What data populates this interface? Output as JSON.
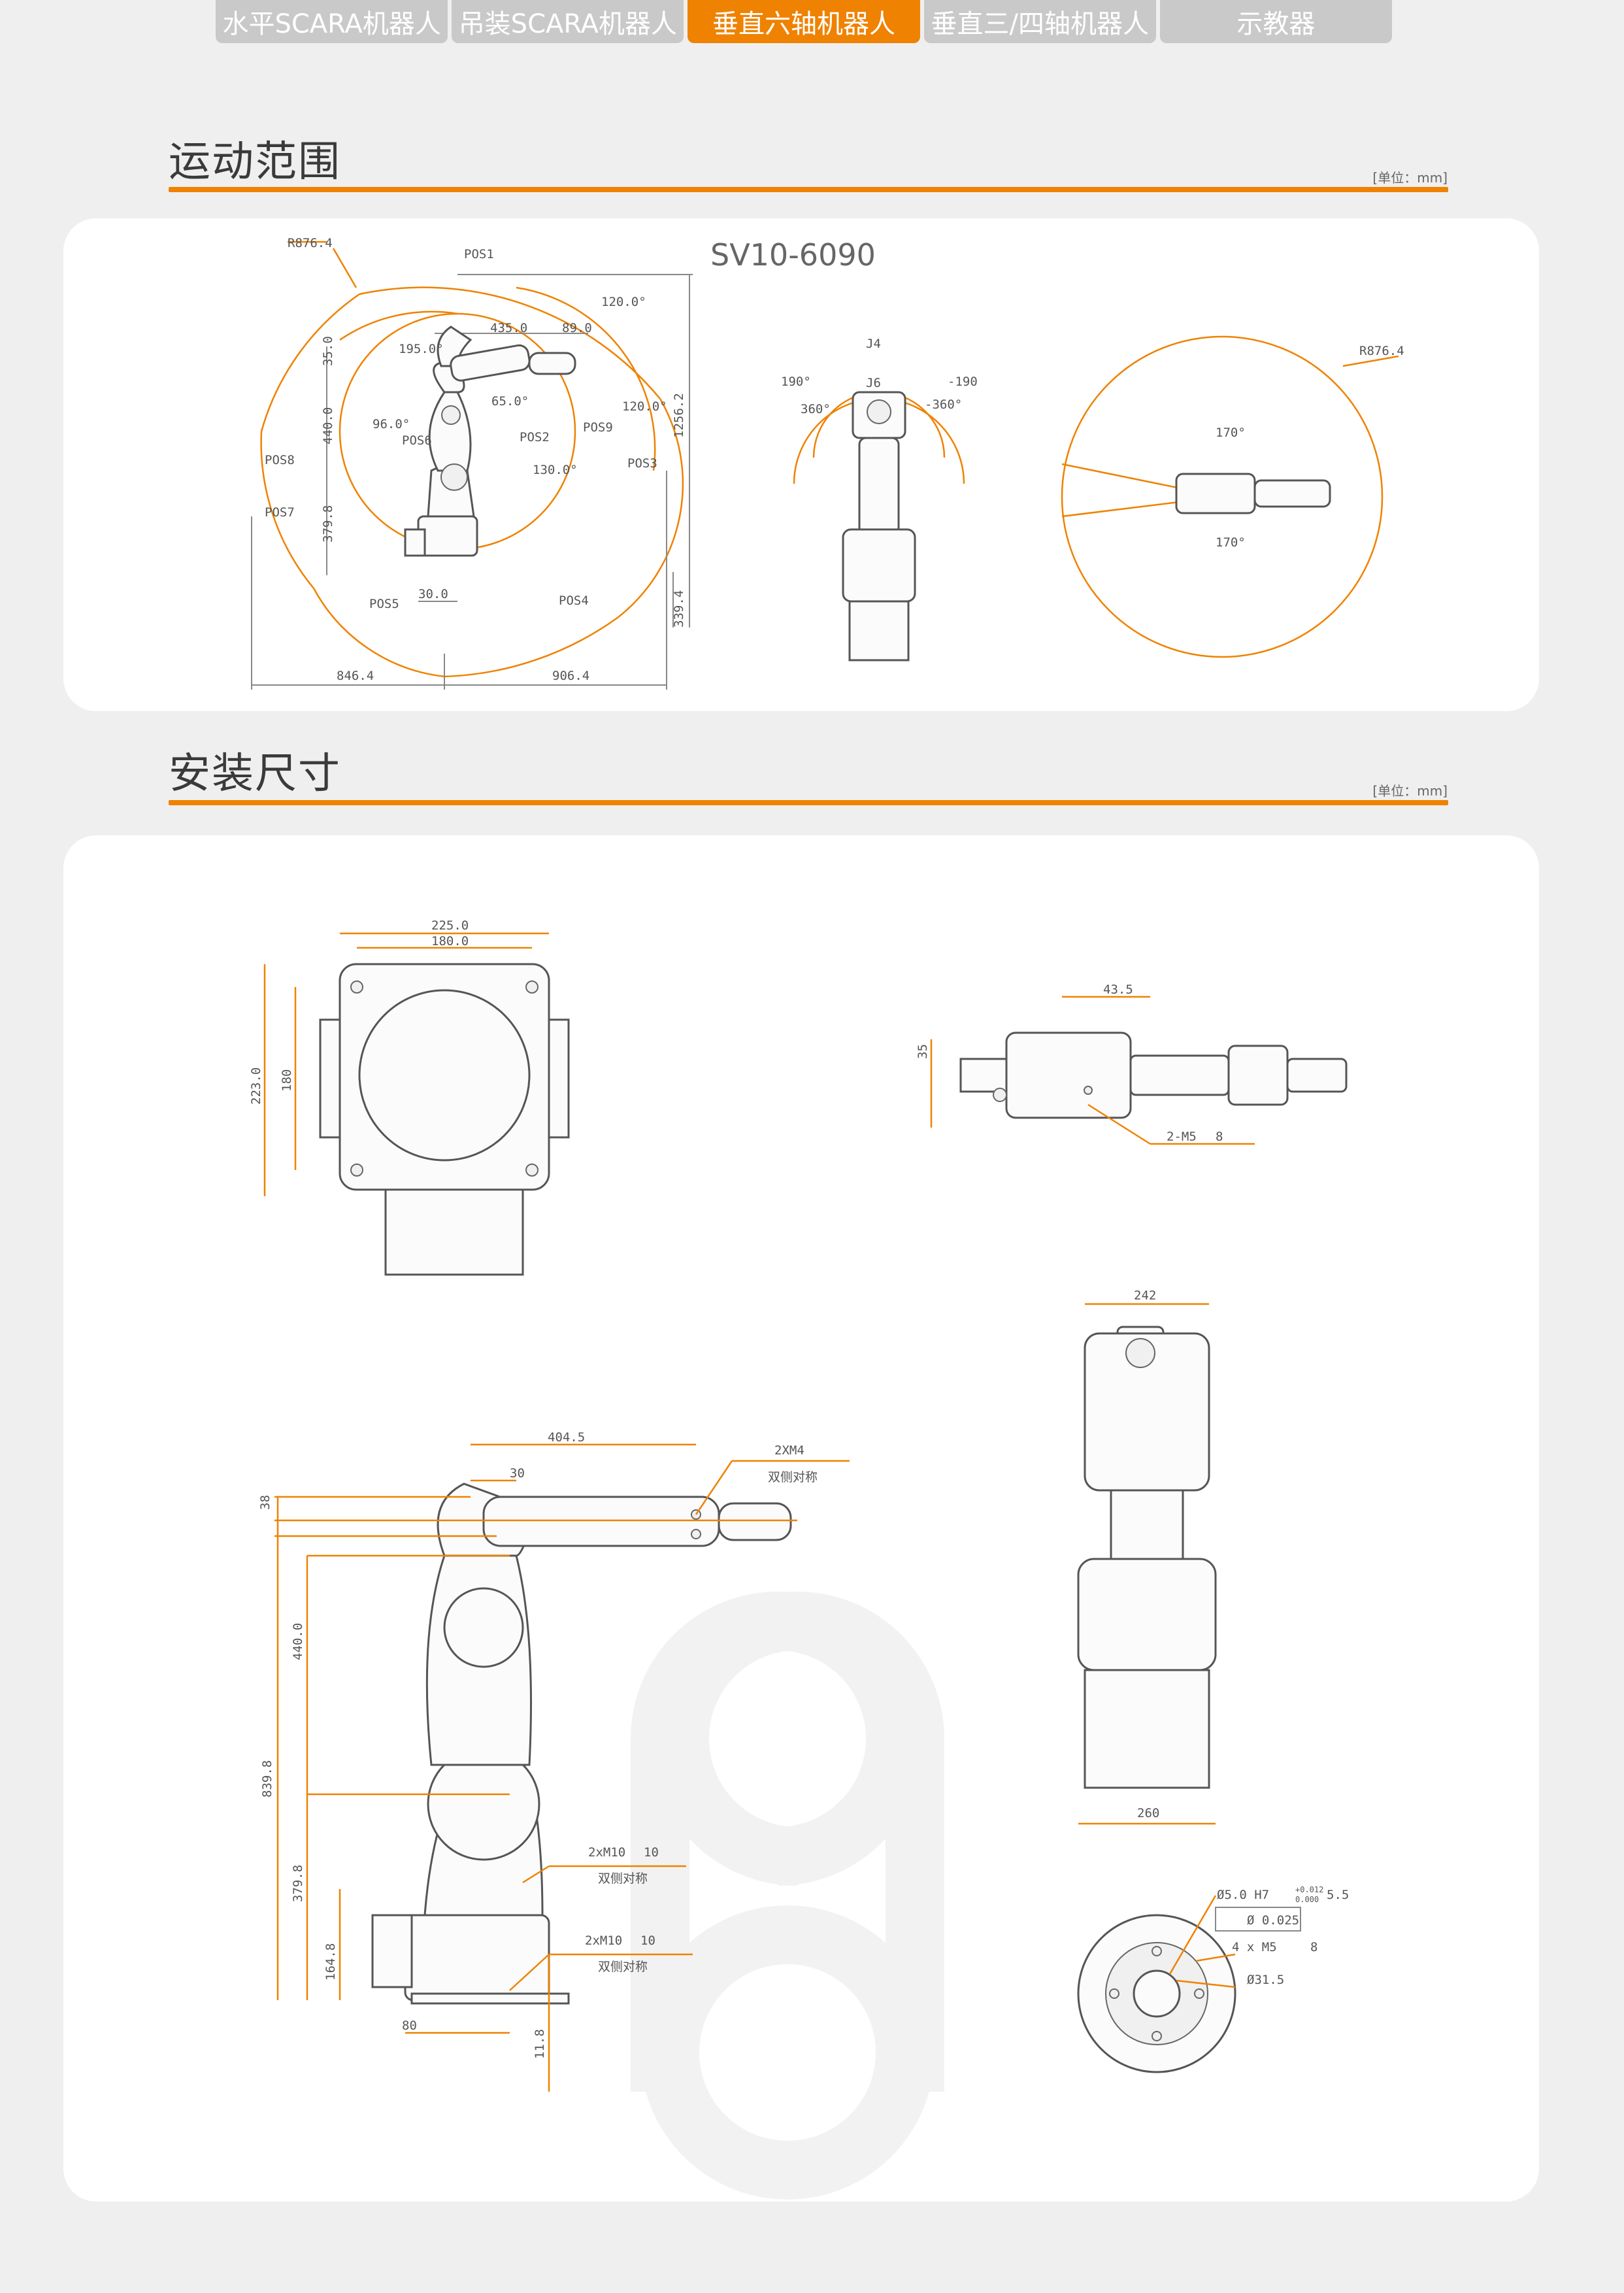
{
  "tabs": [
    {
      "label": "水平SCARA机器人",
      "active": false
    },
    {
      "label": "吊装SCARA机器人",
      "active": false
    },
    {
      "label": "垂直六轴机器人",
      "active": true
    },
    {
      "label": "垂直三/四轴机器人",
      "active": false
    },
    {
      "label": "示教器",
      "active": false
    }
  ],
  "section1": {
    "title": "运动范围",
    "unit": "[单位：mm]"
  },
  "section2": {
    "title": "安装尺寸",
    "unit": "[单位：mm]"
  },
  "motion": {
    "model": "SV10-6090",
    "side_labels": {
      "r": "R876.4",
      "pos1": "POS1",
      "pos2": "POS2",
      "pos3": "POS3",
      "pos4": "POS4",
      "pos5": "POS5",
      "pos6": "POS6",
      "pos7": "POS7",
      "pos8": "POS8",
      "pos9": "POS9",
      "a120a": "120.0°",
      "a120b": "120.0°",
      "a195": "195.0°",
      "a65": "65.0°",
      "a96": "96.0°",
      "a130": "130.0°",
      "d435": "435.0",
      "d89": "89.0",
      "d35": "35.0",
      "d440": "440.0",
      "d3798": "379.8",
      "d12562": "1256.2",
      "d3394": "339.4",
      "d30": "30.0",
      "d8464": "846.4",
      "d9064": "906.4"
    },
    "front_labels": {
      "j4": "J4",
      "j6": "J6",
      "a190": "190°",
      "am190": "-190",
      "a360": "360°",
      "am360": "-360°"
    },
    "top_labels": {
      "r": "R876.4",
      "a170a": "170°",
      "a170b": "170°"
    }
  },
  "install": {
    "base_labels": {
      "w225": "225.0",
      "w180": "180.0",
      "h223": "223.0",
      "h180": "180"
    },
    "top_labels": {
      "d435": "43.5",
      "d35": "35",
      "m5": "2-M5",
      "m5d": "8"
    },
    "side_labels": {
      "d4045": "404.5",
      "d30": "30",
      "d38": "38",
      "m4": "2XM4",
      "m4note": "双侧对称",
      "d440": "440.0",
      "d8398": "839.8",
      "d3798": "379.8",
      "d1648": "164.8",
      "m10a": "2xM10",
      "m10ad": "10",
      "m10anote": "双侧对称",
      "m10b": "2xM10",
      "m10bd": "10",
      "m10bnote": "双侧对称",
      "d80": "80",
      "d118": "11.8"
    },
    "front_labels": {
      "w242": "242",
      "w260": "260"
    },
    "flange_labels": {
      "hole": "Ø5.0 H7",
      "tol_up": "+0.012",
      "tol_dn": "0.000",
      "depth": "5.5",
      "pos": "Ø 0.025",
      "m5": "4 x M5",
      "m5d": "8",
      "dia": "Ø31.5"
    }
  }
}
